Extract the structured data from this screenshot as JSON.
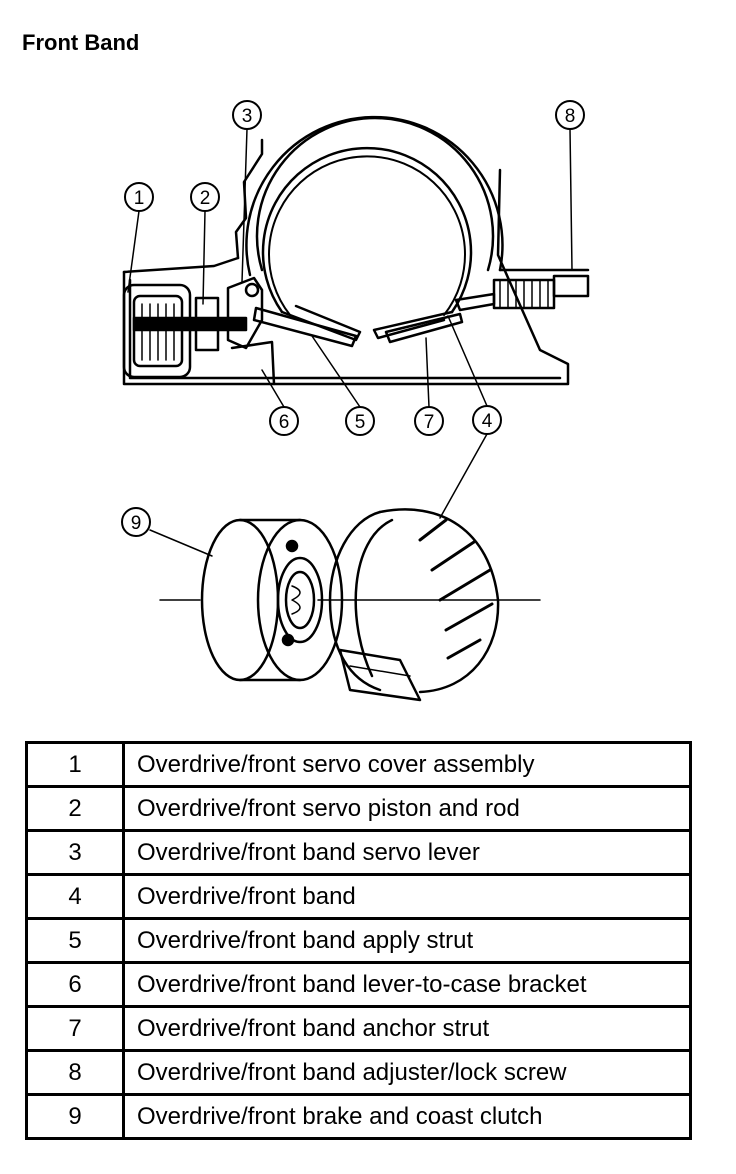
{
  "title": "Front Band",
  "callouts": [
    "1",
    "2",
    "3",
    "4",
    "5",
    "6",
    "7",
    "8",
    "9"
  ],
  "parts": [
    {
      "num": "1",
      "desc": "Overdrive/front servo cover assembly"
    },
    {
      "num": "2",
      "desc": "Overdrive/front servo piston and rod"
    },
    {
      "num": "3",
      "desc": "Overdrive/front band servo lever"
    },
    {
      "num": "4",
      "desc": "Overdrive/front band"
    },
    {
      "num": "5",
      "desc": "Overdrive/front band apply strut"
    },
    {
      "num": "6",
      "desc": "Overdrive/front band lever-to-case bracket"
    },
    {
      "num": "7",
      "desc": "Overdrive/front band anchor strut"
    },
    {
      "num": "8",
      "desc": "Overdrive/front band adjuster/lock screw"
    },
    {
      "num": "9",
      "desc": "Overdrive/front brake and coast clutch"
    }
  ]
}
